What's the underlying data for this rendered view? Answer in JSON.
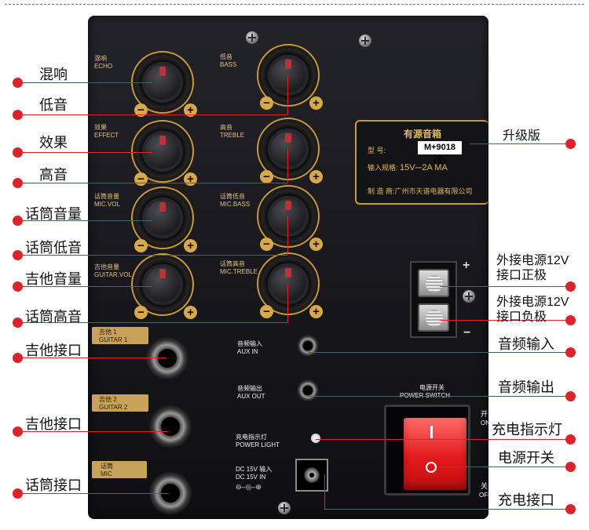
{
  "callouts_left": [
    {
      "label": "混响"
    },
    {
      "label": "低音"
    },
    {
      "label": "效果"
    },
    {
      "label": "高音"
    },
    {
      "label": "话筒音量"
    },
    {
      "label": "话筒低音"
    },
    {
      "label": "吉他音量"
    },
    {
      "label": "话筒高音"
    },
    {
      "label": "吉他接口"
    },
    {
      "label": "吉他接口"
    },
    {
      "label": "话筒接口"
    }
  ],
  "callouts_right": [
    {
      "label": "升级版"
    },
    {
      "label": "外接电源12V",
      "label2": "接口正极"
    },
    {
      "label": "外接电源12V",
      "label2": "接口负极"
    },
    {
      "label": "音频输入"
    },
    {
      "label": "音频输出"
    },
    {
      "label": "充电指示灯"
    },
    {
      "label": "电源开关"
    },
    {
      "label": "充电接口"
    }
  ],
  "knobs": [
    {
      "cn": "混响",
      "en": "ECHO"
    },
    {
      "cn": "低音",
      "en": "BASS"
    },
    {
      "cn": "效果",
      "en": "EFFECT"
    },
    {
      "cn": "高音",
      "en": "TREBLE"
    },
    {
      "cn": "话筒音量",
      "en": "MIC.VOL"
    },
    {
      "cn": "话筒低音",
      "en": "MIC.BASS"
    },
    {
      "cn": "吉他音量",
      "en": "GUITAR.VOL"
    },
    {
      "cn": "话筒高音",
      "en": "MIC.TREBLE"
    }
  ],
  "jacks": [
    {
      "cn": "吉他 1",
      "en": "GUITAR 1"
    },
    {
      "cn": "吉他 2",
      "en": "GUITAR 2"
    },
    {
      "cn": "话筒",
      "en": "MIC"
    }
  ],
  "aux": {
    "in_cn": "音频输入",
    "in_en": "AUX IN",
    "out_cn": "音频输出",
    "out_en": "AUX OUT"
  },
  "power_switch": {
    "cn": "电源开关",
    "en": "POWER SWITCH",
    "on": "开",
    "on_en": "ON",
    "off": "关",
    "off_en": "OFF"
  },
  "power_light": {
    "cn": "充电指示灯",
    "en": "POWER LIGHT"
  },
  "dc_in": {
    "cn": "DC 15V 输入",
    "en": "DC 15V IN"
  },
  "rating_plate": {
    "title": "有源音箱",
    "model_label": "型      号:",
    "model_value": "M+9018",
    "model_mark": "S",
    "input_label": "输入规格:",
    "input_value": "15V⎓2A MA",
    "maker_label": "制  造  商:",
    "maker_value": "广州市天谱电器有限公司"
  },
  "terminal": {
    "plus": "+",
    "minus": "−"
  },
  "colors": {
    "accent_red": "#d8242a",
    "gold": "#c79a3a",
    "panel": "#16161b",
    "switch_red": "#e31b1b"
  }
}
